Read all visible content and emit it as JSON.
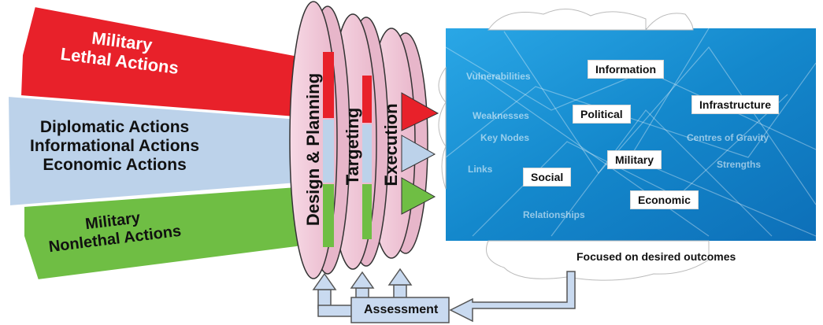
{
  "actions": {
    "military_lethal": [
      "Military",
      "Lethal Actions"
    ],
    "instruments": [
      "Diplomatic Actions",
      "Informational Actions",
      "Economic Actions"
    ],
    "military_nonlethal": [
      "Military",
      "Nonlethal Actions"
    ]
  },
  "phases": [
    "Design & Planning",
    "Targeting",
    "Execution"
  ],
  "environment": {
    "labels": [
      "Information",
      "Infrastructure",
      "Political",
      "Military",
      "Social",
      "Economic"
    ],
    "faint_terms": [
      "Vulnerabilities",
      "Weaknesses",
      "Key Nodes",
      "Links",
      "Centres of Gravity",
      "Strengths",
      "Relationships"
    ]
  },
  "outcomes_caption": "Focused on desired outcomes",
  "feedback_label": "Assessment",
  "colors": {
    "lethal": "#e8212a",
    "instruments": "#bcd2ea",
    "nonlethal": "#6fbe44",
    "disc": "#f0c4d6",
    "environment": "#1a8fd0",
    "feedback": "#c9daf0"
  }
}
